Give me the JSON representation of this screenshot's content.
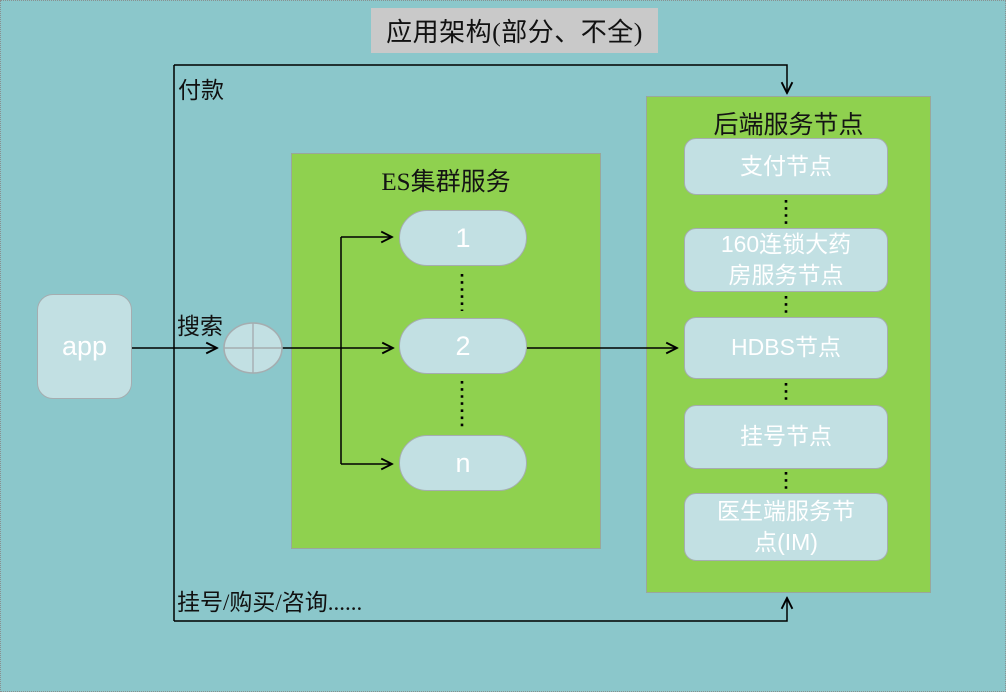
{
  "title": "应用架构(部分、不全)",
  "app": {
    "label": "app"
  },
  "flow_labels": {
    "payment": "付款",
    "search": "搜索",
    "register": "挂号/购买/咨询......"
  },
  "es_cluster": {
    "title": "ES集群服务",
    "nodes": [
      "1",
      "2",
      "n"
    ]
  },
  "backend": {
    "title": "后端服务节点",
    "nodes": [
      "支付节点",
      "160连锁大药房服务节点",
      "HDBS节点",
      "挂号节点",
      "医生端服务节点(IM)"
    ]
  },
  "colors": {
    "background": "#8BC7CB",
    "panel_green": "#8FD14F",
    "node_fill": "#C2E0E3",
    "node_border": "#A5ADB0",
    "title_bg": "#C9C9C9",
    "connector": "#000000"
  }
}
